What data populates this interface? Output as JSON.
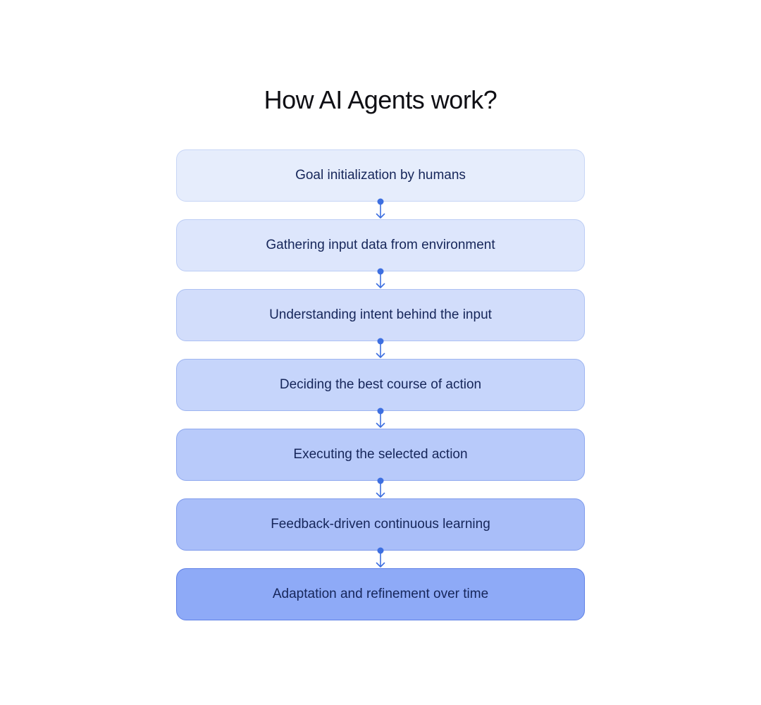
{
  "diagram": {
    "title": "How AI Agents work?",
    "steps": [
      {
        "label": "Goal initialization by humans",
        "fill": "#e6edfc",
        "border": "#c8d6f6"
      },
      {
        "label": "Gathering input data from environment",
        "fill": "#dde6fc",
        "border": "#bccdf5"
      },
      {
        "label": "Understanding intent behind the input",
        "fill": "#d2ddfb",
        "border": "#adc1f3"
      },
      {
        "label": "Deciding the best course of action",
        "fill": "#c6d5fb",
        "border": "#9eb5f1"
      },
      {
        "label": "Executing the selected action",
        "fill": "#b8cafa",
        "border": "#8ea8ef"
      },
      {
        "label": "Feedback-driven continuous learning",
        "fill": "#a9bef9",
        "border": "#7f9bec"
      },
      {
        "label": "Adaptation and refinement over time",
        "fill": "#8eaaf7",
        "border": "#5f80e6"
      }
    ],
    "connector_color": "#3d6fe0"
  }
}
